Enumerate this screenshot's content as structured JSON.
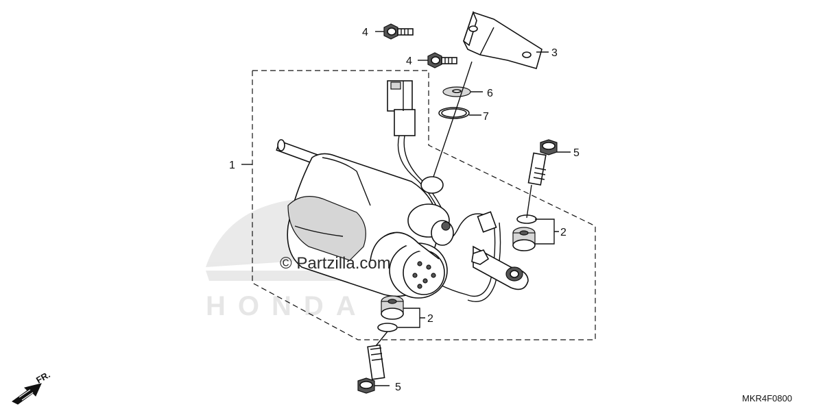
{
  "callouts": {
    "p1": "1",
    "p2a": "2",
    "p2b": "2",
    "p3": "3",
    "p4a": "4",
    "p4b": "4",
    "p5a": "5",
    "p5b": "5",
    "p6": "6",
    "p7": "7"
  },
  "direction_label": "FR.",
  "diagram_code": "MKR4F0800",
  "watermark": {
    "copyright_text": "© Partzilla.com",
    "logo_text": "HONDA"
  }
}
